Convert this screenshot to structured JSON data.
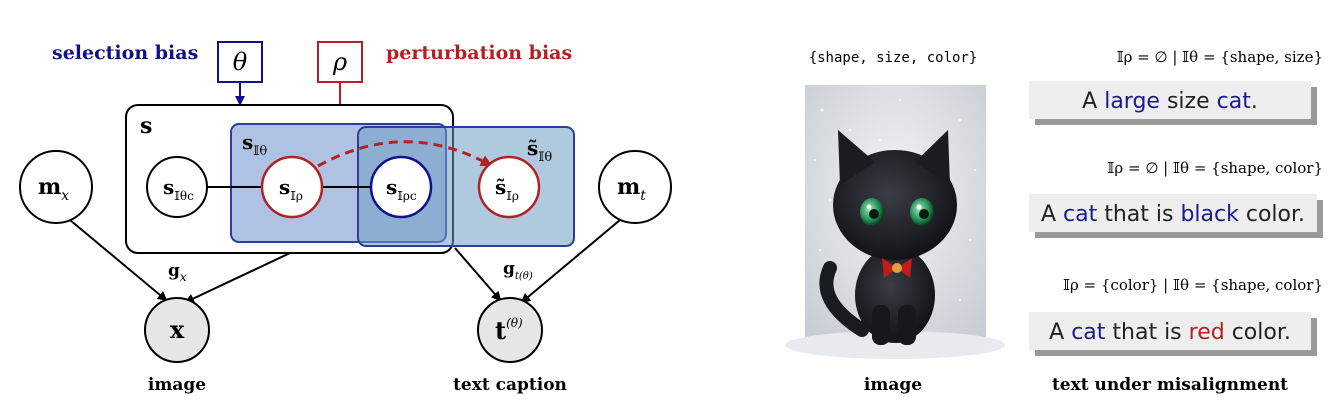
{
  "diagram": {
    "selection_bias_label": "selection bias",
    "perturbation_bias_label": "perturbation bias",
    "theta_symbol": "θ",
    "rho_symbol": "ρ",
    "set_label_s": "s",
    "box_label_s_theta": "s",
    "box_label_s_theta_sub": "𝕀θ",
    "box_label_tilde_s_theta": "s̃",
    "box_label_tilde_s_theta_sub": "𝕀θ",
    "node_s_theta_c": {
      "main": "s",
      "sub": "𝕀θc"
    },
    "node_s_rho": {
      "main": "s",
      "sub": "𝕀ρ"
    },
    "node_s_rho_c": {
      "main": "s",
      "sub": "𝕀ρc"
    },
    "node_tilde_s_rho": {
      "main": "s̃",
      "sub": "𝕀ρ"
    },
    "node_m_x": {
      "main": "m",
      "sub": "x"
    },
    "node_m_t": {
      "main": "m",
      "sub": "t"
    },
    "node_x": {
      "main": "x"
    },
    "node_t": {
      "main": "t",
      "sup": "(θ)"
    },
    "edge_g_x": {
      "main": "g",
      "sub": "x"
    },
    "edge_g_t": {
      "main": "g",
      "sub": "t(θ)"
    },
    "caption_image": "image",
    "caption_text": "text caption"
  },
  "examples": {
    "header_set": "{shape, size, color}",
    "rows": [
      {
        "condition": "𝕀ρ = ∅ | 𝕀θ = {shape, size}",
        "caption_parts": [
          {
            "text": "A ",
            "color": "#222222"
          },
          {
            "text": "large",
            "color": "#1a1a8c"
          },
          {
            "text": " size ",
            "color": "#222222"
          },
          {
            "text": "cat",
            "color": "#1a1a8c"
          },
          {
            "text": ".",
            "color": "#222222"
          }
        ]
      },
      {
        "condition": "𝕀ρ = ∅ | 𝕀θ = {shape, color}",
        "caption_parts": [
          {
            "text": "A ",
            "color": "#222222"
          },
          {
            "text": "cat",
            "color": "#1a1a8c"
          },
          {
            "text": " that is ",
            "color": "#222222"
          },
          {
            "text": "black",
            "color": "#1a1a8c"
          },
          {
            "text": " color.",
            "color": "#222222"
          }
        ]
      },
      {
        "condition": "𝕀ρ = {color} | 𝕀θ = {shape, color}",
        "caption_parts": [
          {
            "text": "A ",
            "color": "#222222"
          },
          {
            "text": "cat",
            "color": "#1a1a8c"
          },
          {
            "text": " that is ",
            "color": "#222222"
          },
          {
            "text": "red",
            "color": "#b22222"
          },
          {
            "text": " color.",
            "color": "#222222"
          }
        ]
      }
    ],
    "caption_image": "image",
    "caption_text": "text under misalignment"
  },
  "colors": {
    "navy": "#10108a",
    "red": "#b22222",
    "blue_fill": "#8fa9d6",
    "teal_fill": "#7fa7c7",
    "node_gray": "#e6e6e6"
  }
}
